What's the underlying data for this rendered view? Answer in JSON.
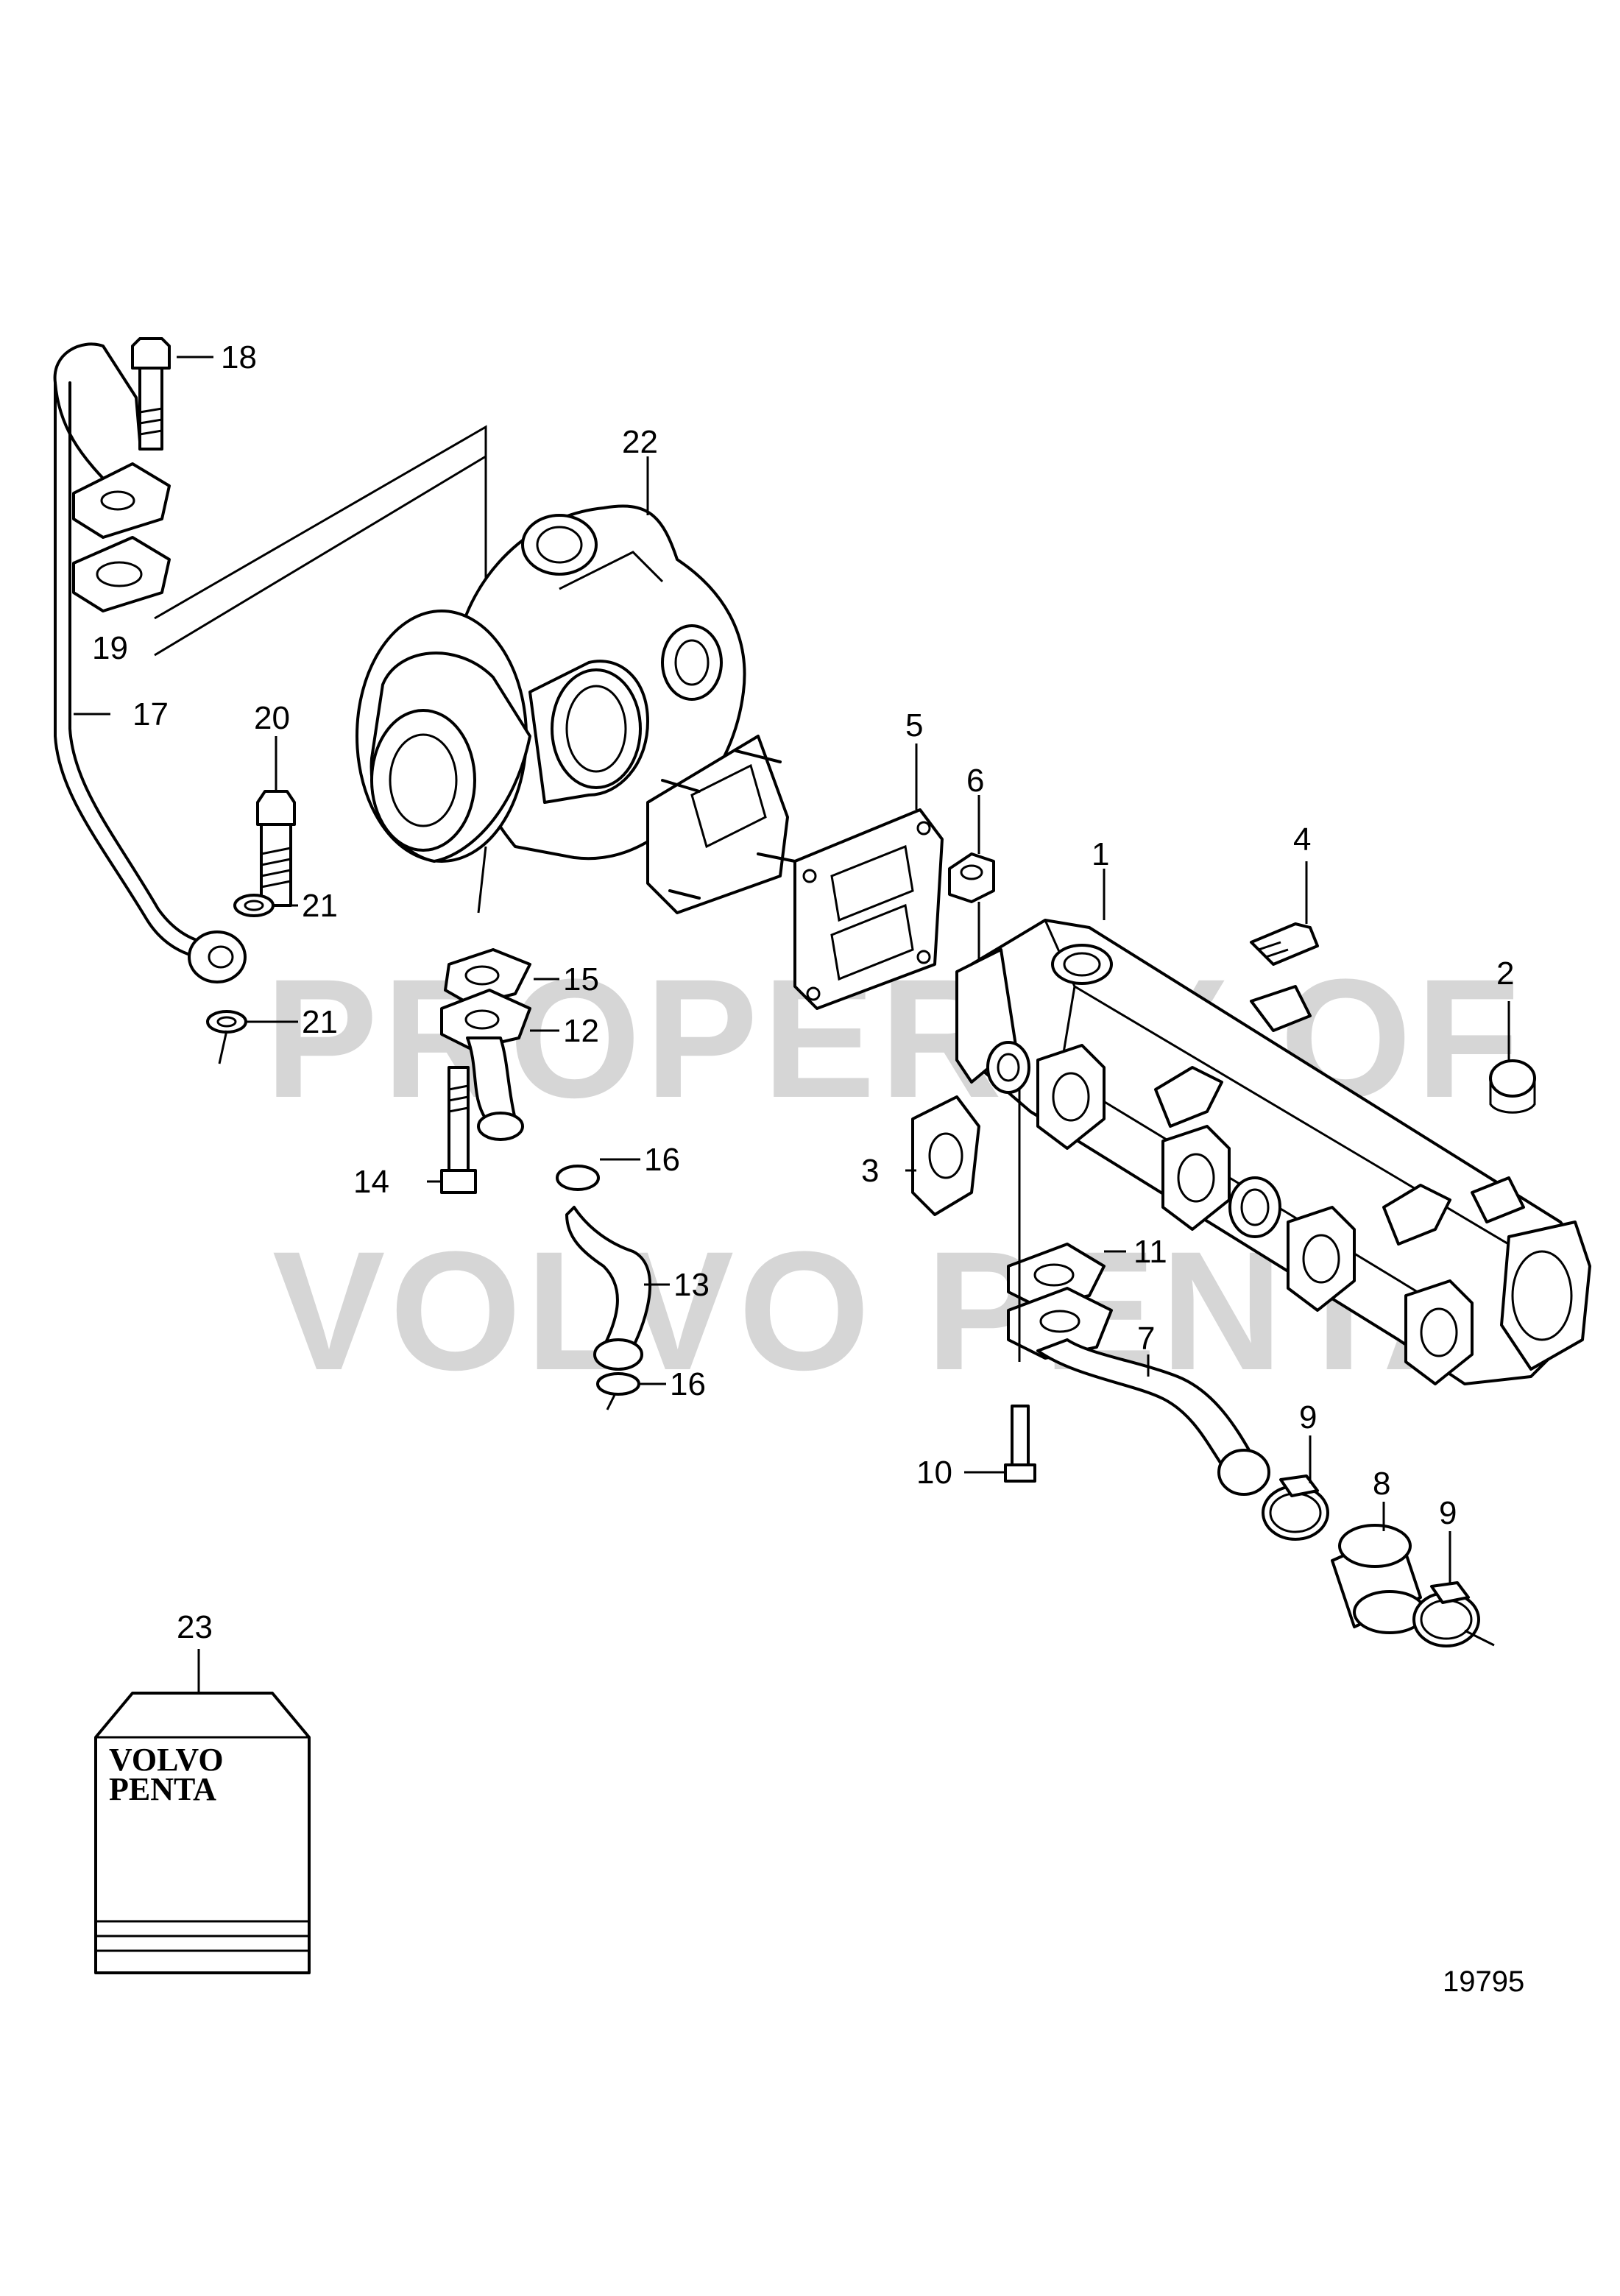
{
  "watermark": {
    "line1": "PROPERTY OF",
    "line2": "VOLVO PENTA"
  },
  "logo": {
    "line1": "VOLVO",
    "line2": "PENTA"
  },
  "figure_number": "19795",
  "callouts": {
    "c1": "1",
    "c2": "2",
    "c3": "3",
    "c4": "4",
    "c5": "5",
    "c6": "6",
    "c7": "7",
    "c8": "8",
    "c9a": "9",
    "c9b": "9",
    "c10": "10",
    "c11": "11",
    "c12": "12",
    "c13": "13",
    "c14": "14",
    "c15": "15",
    "c16a": "16",
    "c16b": "16",
    "c17": "17",
    "c18": "18",
    "c19": "19",
    "c20": "20",
    "c21a": "21",
    "c21b": "21",
    "c22": "22",
    "c23": "23"
  }
}
